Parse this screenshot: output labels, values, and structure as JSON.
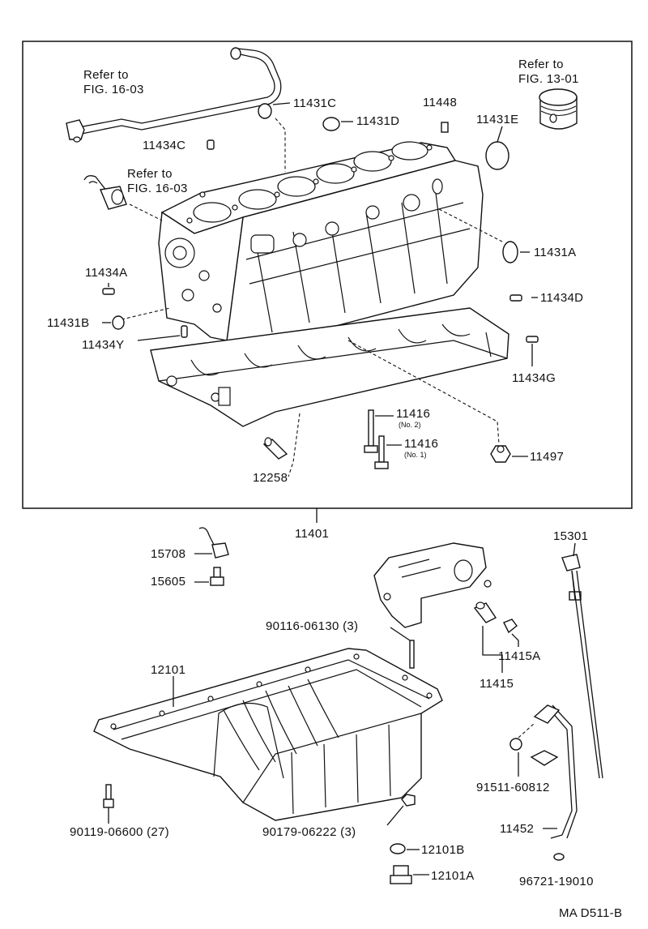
{
  "diagram": {
    "frame_label": "11401",
    "corner_code": "MA D511-B",
    "refs": {
      "refer_a": [
        "Refer to",
        "FIG. 16-03"
      ],
      "refer_b": [
        "Refer to",
        "FIG. 16-03"
      ],
      "refer_c": [
        "Refer to",
        "FIG. 13-01"
      ]
    },
    "labels": {
      "p11431C": "11431C",
      "p11448": "11448",
      "p11431D": "11431D",
      "p11431E": "11431E",
      "p11434C": "11434C",
      "p11431A": "11431A",
      "p11434A": "11434A",
      "p11434D": "11434D",
      "p11431B": "11431B",
      "p11434Y": "11434Y",
      "p11434G": "11434G",
      "p11416_2": "11416",
      "p11416_2_sub": "(No. 2)",
      "p11416_1": "11416",
      "p11416_1_sub": "(No. 1)",
      "p11497": "11497",
      "p12258": "12258",
      "p15708": "15708",
      "p15605": "15605",
      "p15301": "15301",
      "p90116": "90116-06130 (3)",
      "p11415A": "11415A",
      "p11415": "11415",
      "p12101": "12101",
      "p91511": "91511-60812",
      "p90119": "90119-06600 (27)",
      "p90179": "90179-06222 (3)",
      "p11452": "11452",
      "p12101B": "12101B",
      "p12101A": "12101A",
      "p96721": "96721-19010"
    }
  }
}
